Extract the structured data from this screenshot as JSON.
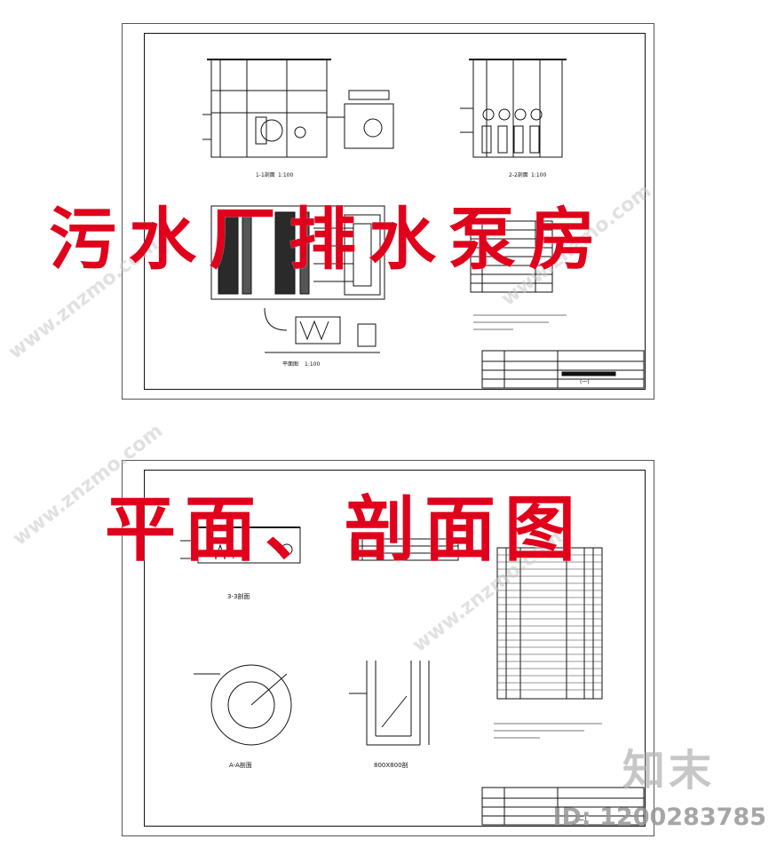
{
  "titles": {
    "line1": "污水厂排水泵房",
    "line2": "平面、剖面图"
  },
  "sheet1": {
    "view_labels": [
      "1-1剖面",
      "2-2剖面",
      "平面图"
    ],
    "scale": "1:100",
    "title_block_number": "(一)"
  },
  "sheet2": {
    "view_labels": [
      "3-3剖面",
      "A-A剖面",
      "800X800剖"
    ],
    "title_block_number": "(二)"
  },
  "watermark": {
    "site": "www.znzmo.com",
    "logo_text": "知末",
    "id_text": "ID: 1200283785"
  }
}
